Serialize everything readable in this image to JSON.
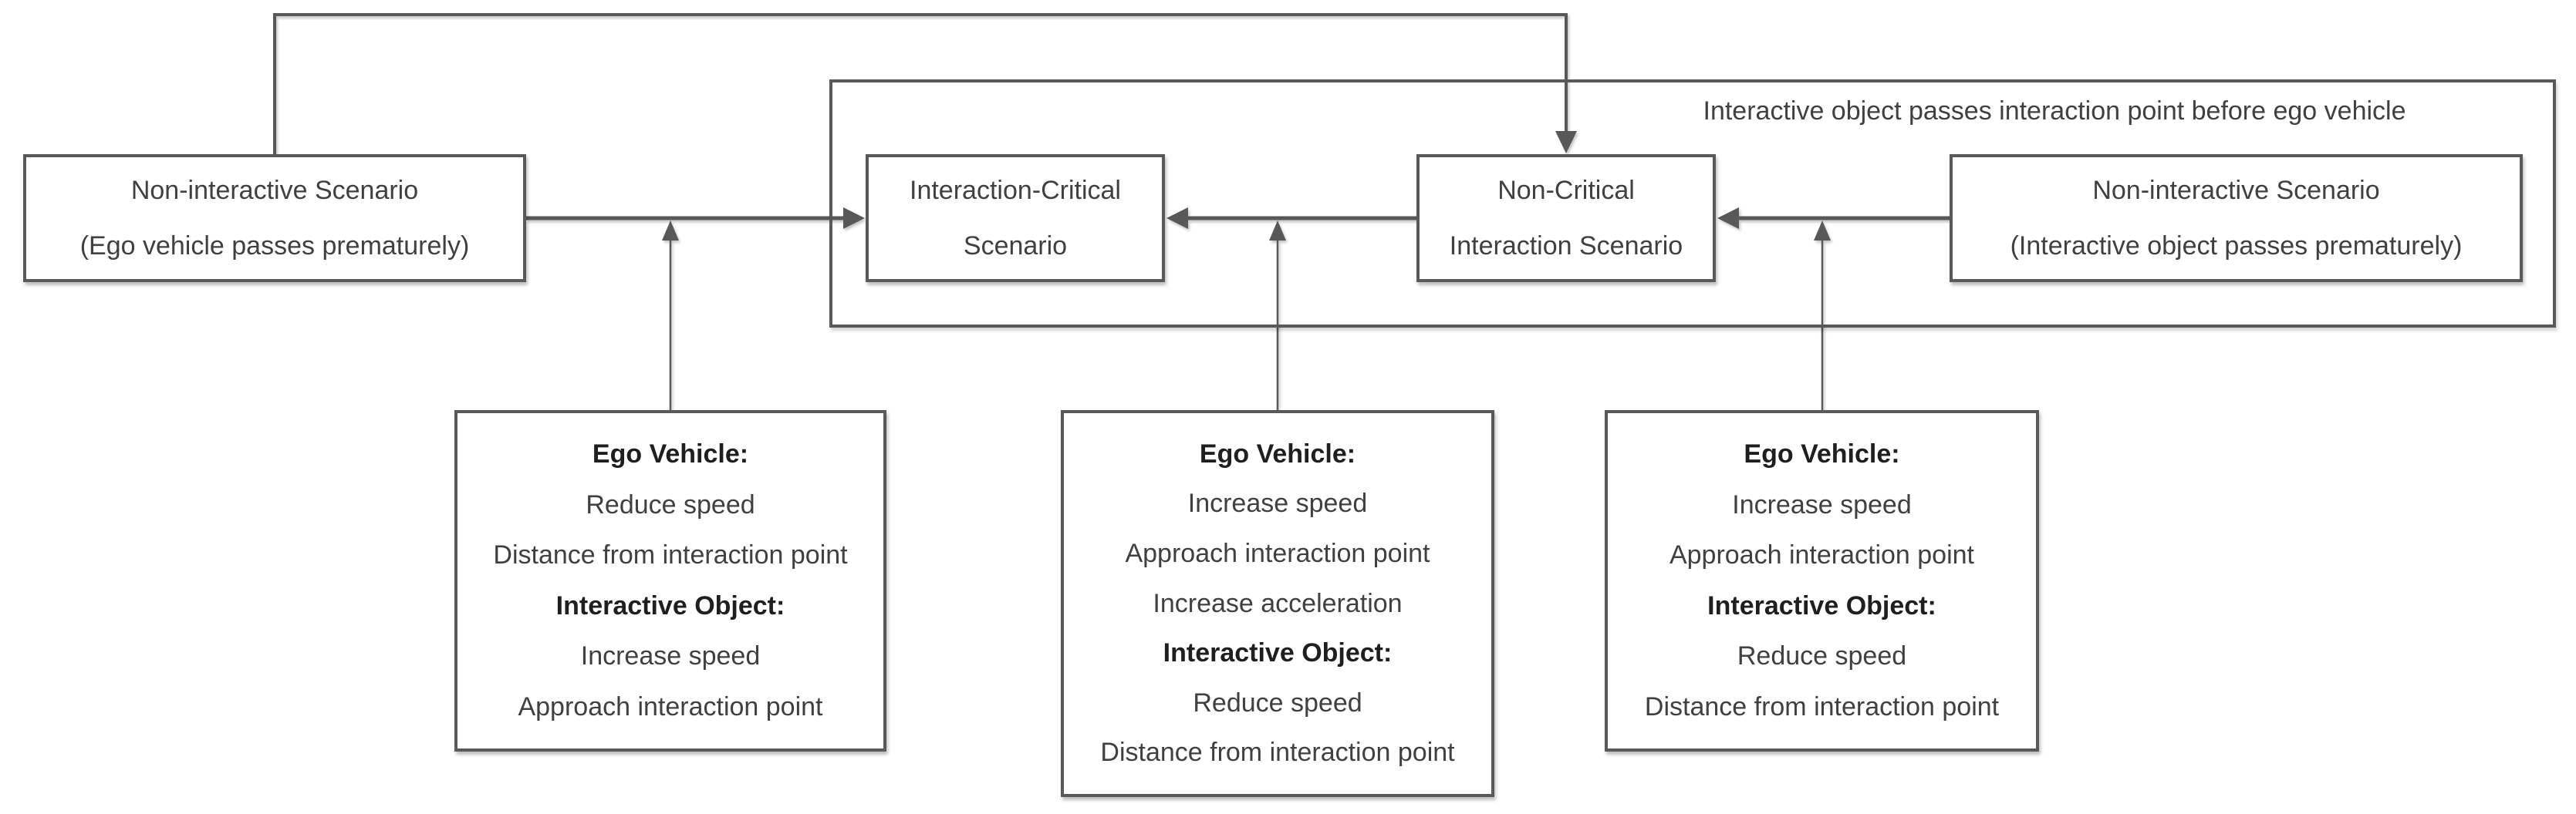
{
  "colors": {
    "line": "#595959",
    "text": "#404040",
    "heading_text": "#1f1f1f",
    "background": "#ffffff"
  },
  "nodes": {
    "non_interactive_ego": {
      "line1": "Non-interactive Scenario",
      "line2": "(Ego vehicle passes prematurely)"
    },
    "interaction_critical": {
      "line1": "Interaction-Critical",
      "line2": "Scenario"
    },
    "non_critical": {
      "line1": "Non-Critical",
      "line2": "Interaction Scenario"
    },
    "non_interactive_object": {
      "line1": "Non-interactive Scenario",
      "line2": "(Interactive object passes prematurely)"
    }
  },
  "container": {
    "label": "Interactive object passes interaction point before ego vehicle"
  },
  "conditions": [
    {
      "lines": [
        "Ego Vehicle:",
        "Reduce speed",
        "Distance from interaction point",
        "Interactive Object:",
        "Increase speed",
        "Approach interaction point"
      ]
    },
    {
      "lines": [
        "Ego Vehicle:",
        "Increase speed",
        "Approach interaction point",
        "Increase acceleration",
        "Interactive Object:",
        "Reduce speed",
        "Distance from interaction point"
      ]
    },
    {
      "lines": [
        "Ego Vehicle:",
        "Increase speed",
        "Approach interaction point",
        "Interactive Object:",
        "Reduce speed",
        "Distance from interaction point"
      ]
    }
  ]
}
